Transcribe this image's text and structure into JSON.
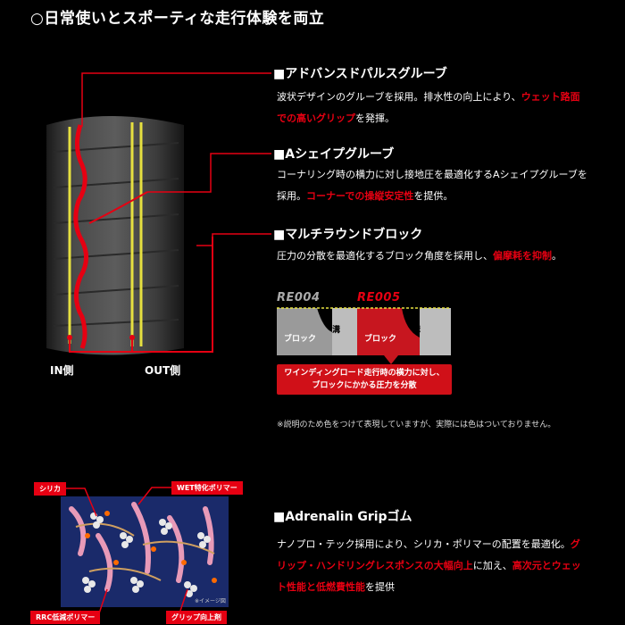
{
  "title": "○日常使いとスポーティな走行体験を両立",
  "features": [
    {
      "heading": "■アドバンスドパルスグルーブ",
      "body_parts": [
        {
          "text": "波状デザインのグルーブを採用。排水性の向上により、",
          "highlight": false
        },
        {
          "text": "ウェット路面での高いグリップ",
          "highlight": true
        },
        {
          "text": "を発揮。",
          "highlight": false
        }
      ]
    },
    {
      "heading": "■Aシェイプグルーブ",
      "body_parts": [
        {
          "text": "コーナリング時の横力に対し接地圧を最適化するAシェイプグルーブを採用。",
          "highlight": false
        },
        {
          "text": "コーナーでの操縦安定性",
          "highlight": true
        },
        {
          "text": "を提供。",
          "highlight": false
        }
      ]
    },
    {
      "heading": "■マルチラウンドブロック",
      "body_parts": [
        {
          "text": "圧力の分散を最適化するブロック角度を採用し、",
          "highlight": false
        },
        {
          "text": "偏摩耗を抑制",
          "highlight": true
        },
        {
          "text": "。",
          "highlight": false
        }
      ]
    }
  ],
  "tire_labels": {
    "in_side": "IN側",
    "out_side": "OUT側"
  },
  "comparison": {
    "old_model": "RE004",
    "new_model": "RE005",
    "block_label": "ブロック",
    "groove_label": "溝",
    "callout_line1": "ワインディングロード走行時の横力に対し、",
    "callout_line2": "ブロックにかかる圧力を分散"
  },
  "note": "※説明のため色をつけて表現していますが、実際には色はついておりません。",
  "compound": {
    "tags": {
      "silica": "シリカ",
      "wet_polymer": "WET特化ポリマー",
      "rrc_polymer": "RRC低減ポリマー",
      "grip_agent": "グリップ向上剤"
    },
    "image_note": "※イメージ図",
    "heading": "■Adrenalin Gripゴム",
    "body_parts": [
      {
        "text": "ナノプロ・テック採用により、シリカ・ポリマーの配置を最適化。",
        "highlight": false
      },
      {
        "text": "グリップ・ハンドリングレスポンスの大幅向上",
        "highlight": true
      },
      {
        "text": "に加え、",
        "highlight": false
      },
      {
        "text": "高次元とウェット性能と低燃費性能",
        "highlight": true
      },
      {
        "text": "を提供",
        "highlight": false
      }
    ]
  },
  "colors": {
    "accent_red": "#e60012",
    "tread_yellow": "#e6e040",
    "background": "#000000"
  }
}
